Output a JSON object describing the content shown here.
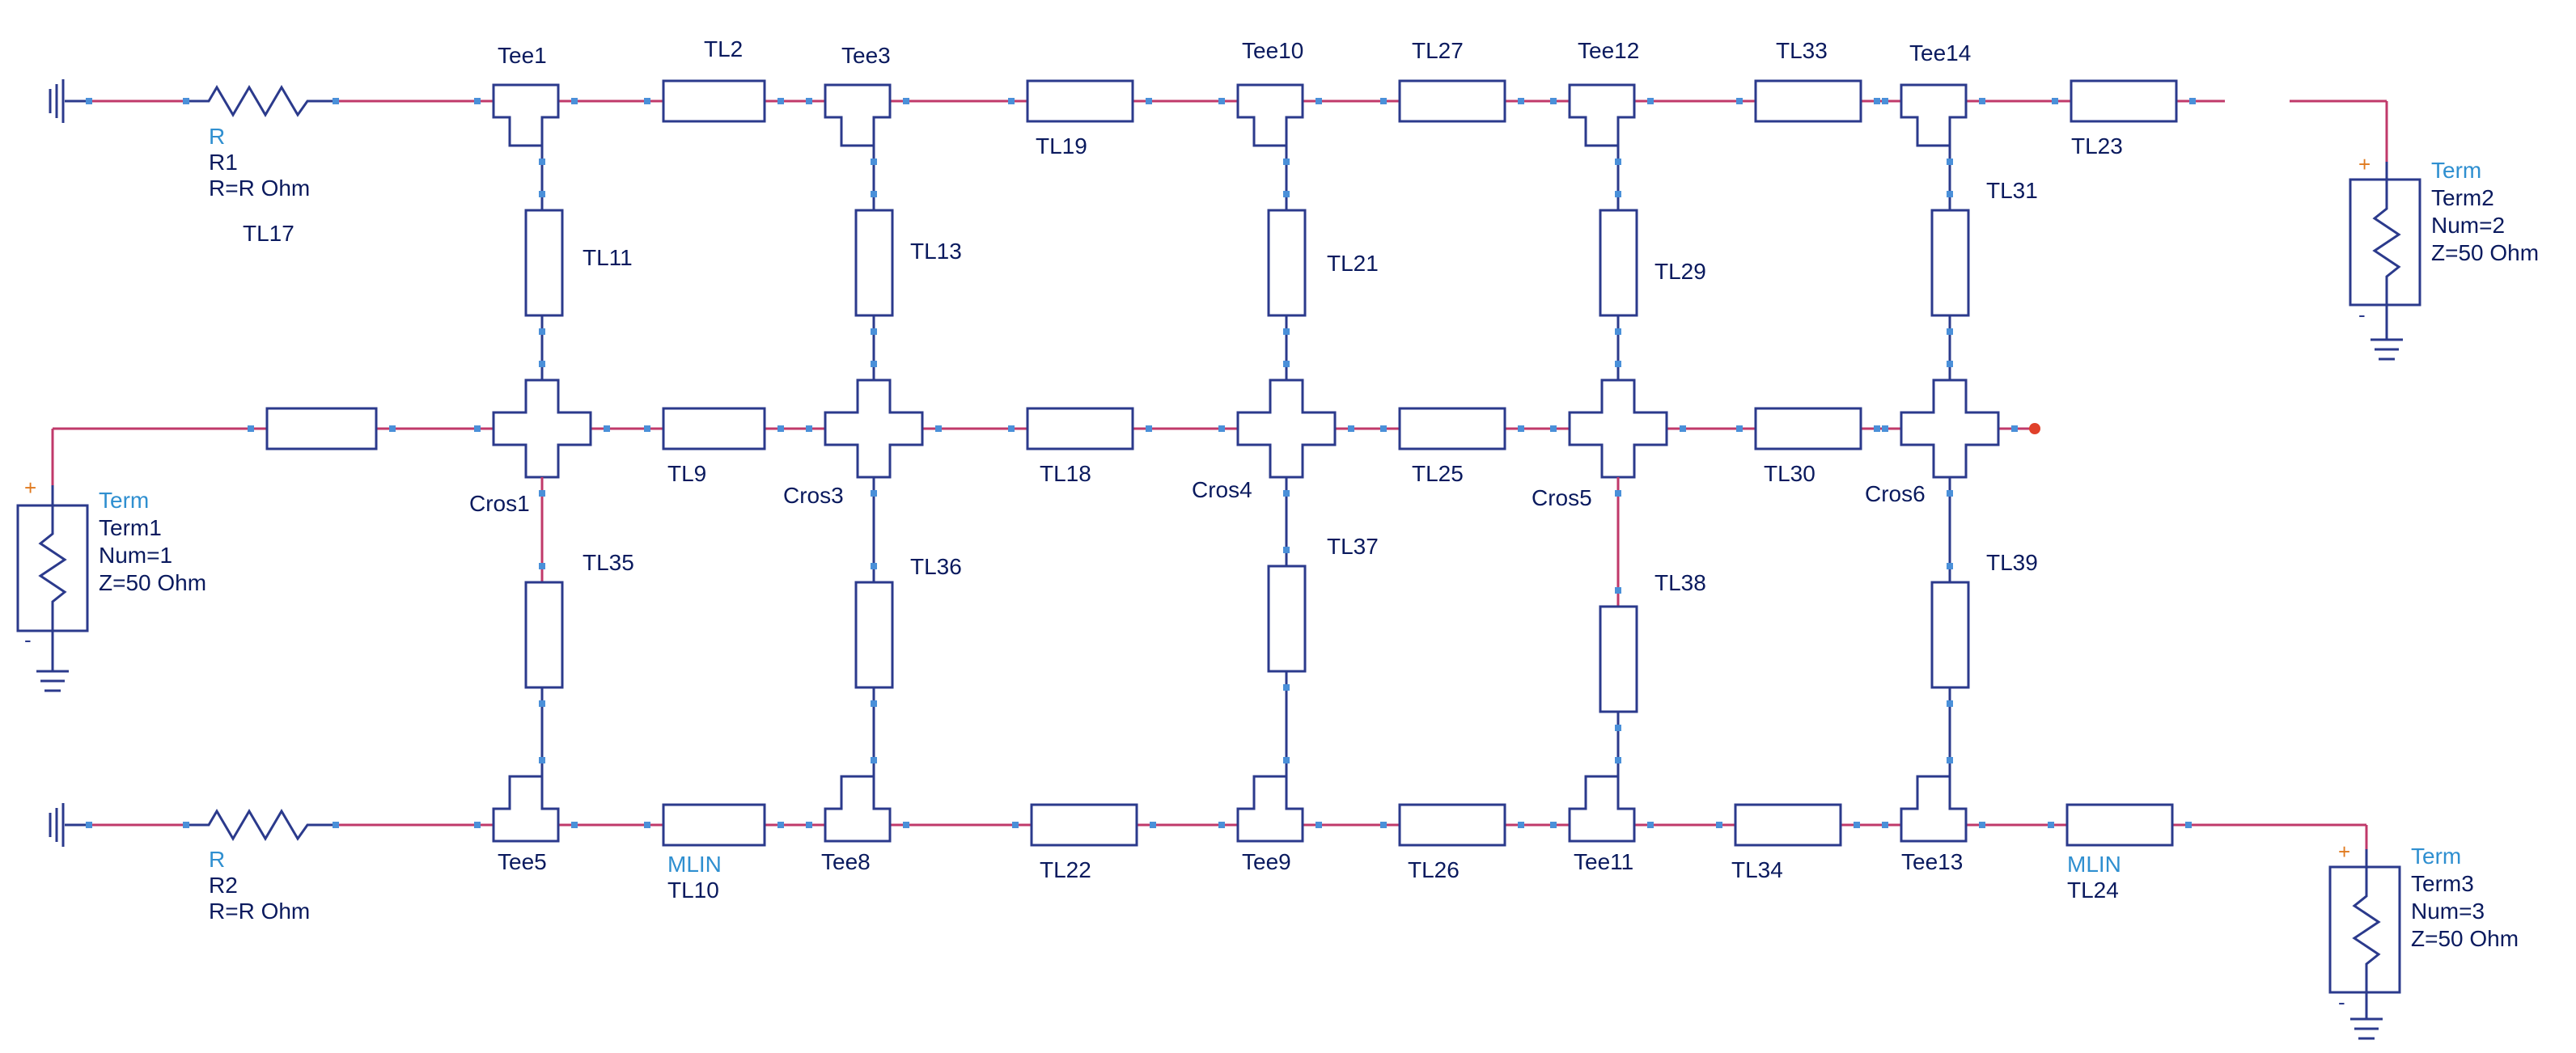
{
  "schematic": {
    "colors": {
      "wire": "#c0396a",
      "component": "#2b3a8c",
      "label": "#0a1a5e",
      "component_type": "#2f8fd0",
      "port_plus": "#e07a1f"
    },
    "tees": [
      "Tee1",
      "Tee3",
      "Tee10",
      "Tee12",
      "Tee14",
      "Tee5",
      "Tee8",
      "Tee9",
      "Tee11",
      "Tee13"
    ],
    "crosses": [
      "Cros1",
      "Cros3",
      "Cros4",
      "Cros5",
      "Cros6"
    ],
    "lines": [
      "TL2",
      "TL19",
      "TL27",
      "TL33",
      "TL23",
      "TL11",
      "TL13",
      "TL21",
      "TL29",
      "TL31",
      "TL9",
      "TL18",
      "TL25",
      "TL30",
      "TL35",
      "TL36",
      "TL37",
      "TL38",
      "TL39",
      "TL22",
      "TL26",
      "TL34",
      "TL10",
      "TL24",
      "TL17"
    ],
    "mlin_label": "MLIN",
    "resistors": [
      {
        "type": "R",
        "name": "R1",
        "value": "R=R Ohm"
      },
      {
        "type": "R",
        "name": "R2",
        "value": "R=R Ohm"
      }
    ],
    "terms": [
      {
        "type": "Term",
        "name": "Term1",
        "num": "Num=1",
        "z": "Z=50 Ohm"
      },
      {
        "type": "Term",
        "name": "Term2",
        "num": "Num=2",
        "z": "Z=50 Ohm"
      },
      {
        "type": "Term",
        "name": "Term3",
        "num": "Num=3",
        "z": "Z=50 Ohm"
      }
    ],
    "plus_sign": "+",
    "minus_sign": "-"
  }
}
